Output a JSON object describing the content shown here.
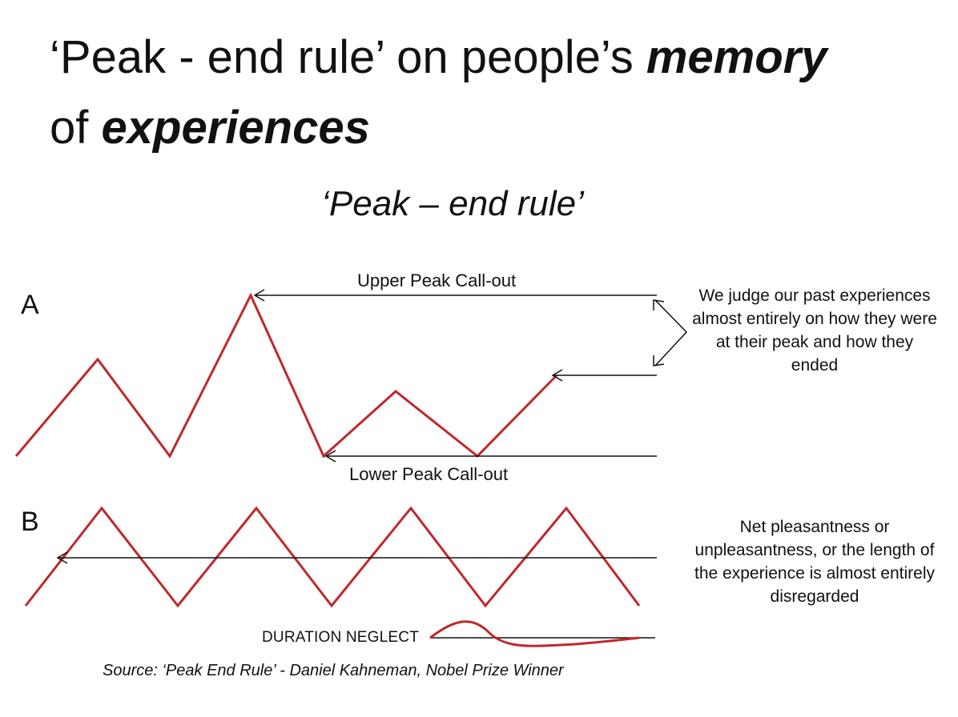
{
  "title": {
    "part1": "‘Peak - end rule’ on people’s ",
    "emph1": "memory",
    "part2": "of ",
    "emph2": "experiences"
  },
  "subtitle": "‘Peak – end rule’",
  "panel_a": {
    "label": "A",
    "upper_callout": "Upper Peak Call-out",
    "lower_callout": "Lower Peak Call-out",
    "note": "We judge our past experiences almost entirely on how they were at their peak and how they ended"
  },
  "panel_b": {
    "label": "B",
    "note": "Net pleasantness or unpleasantness, or the length of the experience is almost entirely disregarded",
    "duration_label": "DURATION NEGLECT"
  },
  "source": "Source: ‘Peak End Rule’ - Daniel Kahneman, Nobel Prize Winner",
  "colors": {
    "line": "#c0282c",
    "arrow": "#111111"
  }
}
